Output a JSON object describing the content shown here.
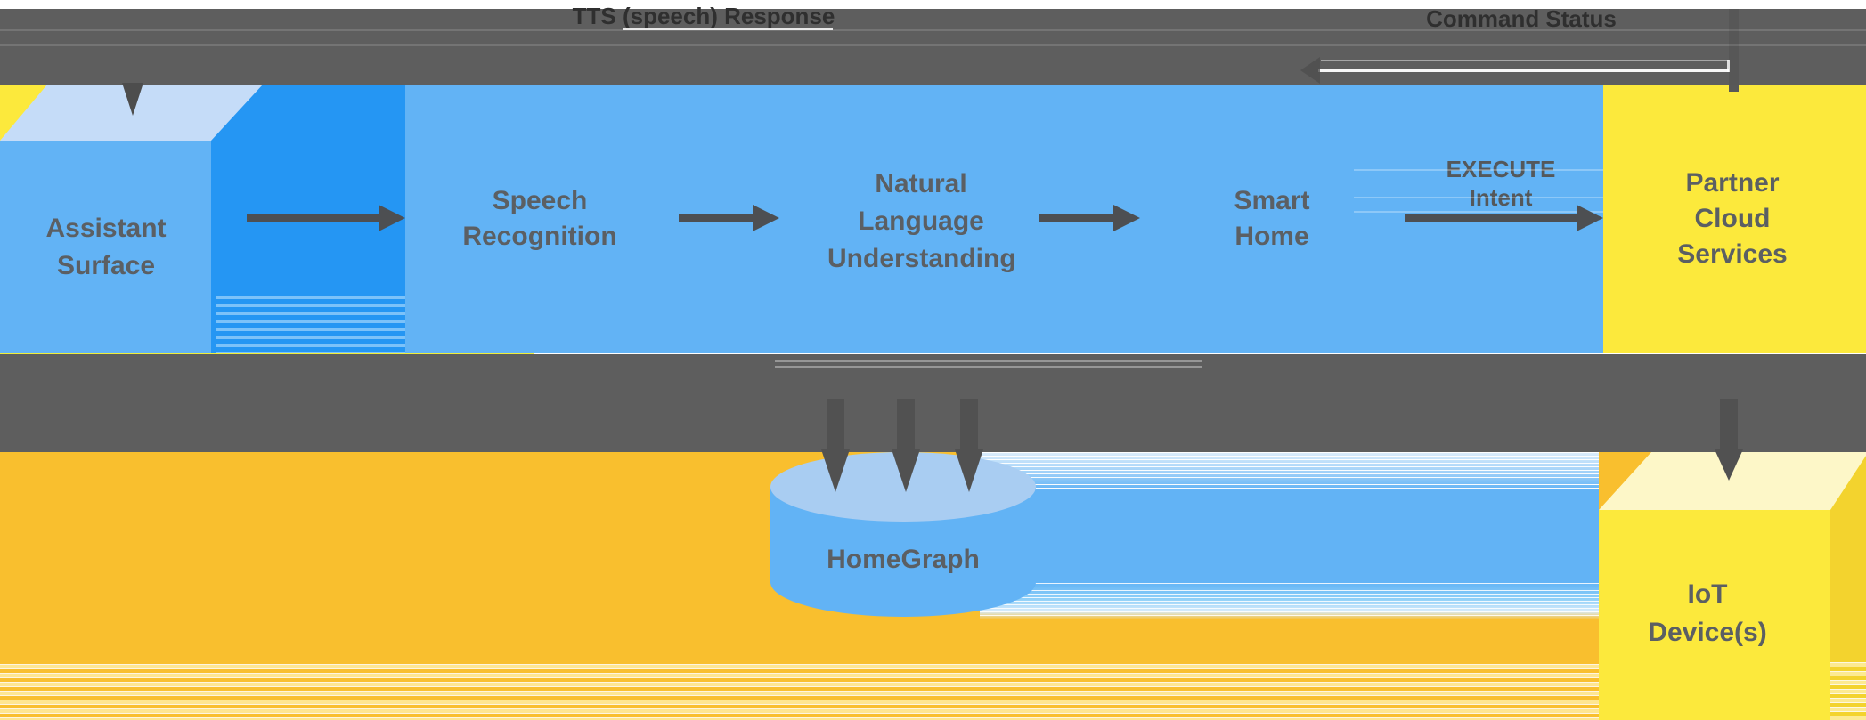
{
  "diagram": {
    "top_band": {
      "tts_response_label": "TTS (speech) Response",
      "command_status_label": "Command Status"
    },
    "nodes": {
      "assistant_surface": {
        "lines": [
          "Assistant",
          "Surface"
        ]
      },
      "speech_recognition": {
        "lines": [
          "Speech",
          "Recognition"
        ]
      },
      "natural_language_understanding": {
        "lines": [
          "Natural",
          "Language",
          "Understanding"
        ]
      },
      "smart_home": {
        "lines": [
          "Smart",
          "Home"
        ]
      },
      "partner_cloud_services": {
        "lines": [
          "Partner",
          "Cloud",
          "Services"
        ]
      },
      "homegraph": {
        "label": "HomeGraph"
      },
      "iot_devices": {
        "lines": [
          "IoT",
          "Device(s)"
        ]
      }
    },
    "edge_labels": {
      "execute_intent": {
        "lines": [
          "EXECUTE",
          "Intent"
        ]
      }
    },
    "colors": {
      "band_gray": "#5e5e5e",
      "panel_blue": "#62b3f5",
      "side_blue": "#2596f3",
      "pale_blue": "#c5dcf8",
      "cylinder_top_blue": "#a9cdf2",
      "lemon_yellow": "#fce93c",
      "pale_yellow": "#fdf7c8",
      "iot_side_yellow": "#f3d32e",
      "amber": "#f9bf2e",
      "arrow_gray": "#4d4f52",
      "label_gray": "#5b5f63",
      "band_text_dark": "#2f2f2f"
    }
  }
}
